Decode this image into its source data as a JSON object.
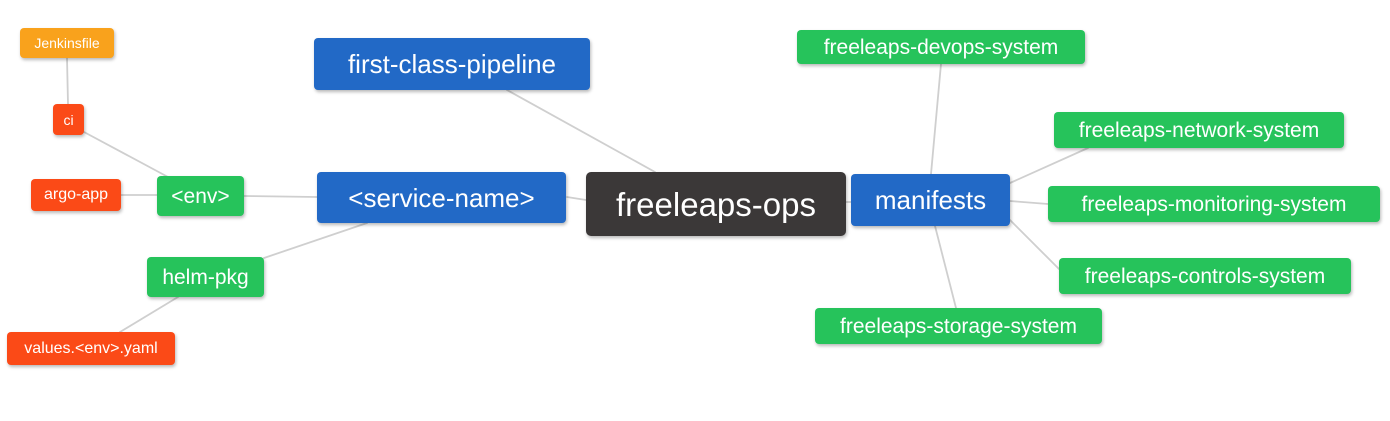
{
  "palette": {
    "blue": "#2269c6",
    "green": "#26c35b",
    "red": "#fb4a17",
    "orange": "#f9a21c",
    "dark": "#3b3838",
    "edge": "#cfcfcf",
    "background": "#ffffff",
    "text": "#ffffff"
  },
  "mindmap": {
    "root": "freeleaps-ops",
    "nodes": {
      "jenkinsfile": {
        "label": "Jenkinsfile",
        "color": "orange"
      },
      "ci": {
        "label": "ci",
        "color": "red"
      },
      "argo_app": {
        "label": "argo-app",
        "color": "red"
      },
      "env": {
        "label": "<env>",
        "color": "green"
      },
      "helm_pkg": {
        "label": "helm-pkg",
        "color": "green"
      },
      "values_env_yaml": {
        "label": "values.<env>.yaml",
        "color": "red"
      },
      "first_class_pipeline": {
        "label": "first-class-pipeline",
        "color": "blue"
      },
      "service_name": {
        "label": "<service-name>",
        "color": "blue"
      },
      "freeleaps_ops": {
        "label": "freeleaps-ops",
        "color": "dark"
      },
      "manifests": {
        "label": "manifests",
        "color": "blue"
      },
      "devops_system": {
        "label": "freeleaps-devops-system",
        "color": "green"
      },
      "network_system": {
        "label": "freeleaps-network-system",
        "color": "green"
      },
      "monitoring_system": {
        "label": "freeleaps-monitoring-system",
        "color": "green"
      },
      "controls_system": {
        "label": "freeleaps-controls-system",
        "color": "green"
      },
      "storage_system": {
        "label": "freeleaps-storage-system",
        "color": "green"
      }
    },
    "edges": [
      {
        "from": "ci",
        "to": "jenkinsfile"
      },
      {
        "from": "env",
        "to": "ci"
      },
      {
        "from": "env",
        "to": "argo_app"
      },
      {
        "from": "service_name",
        "to": "env"
      },
      {
        "from": "service_name",
        "to": "helm_pkg"
      },
      {
        "from": "helm_pkg",
        "to": "values_env_yaml"
      },
      {
        "from": "freeleaps_ops",
        "to": "first_class_pipeline"
      },
      {
        "from": "freeleaps_ops",
        "to": "service_name"
      },
      {
        "from": "freeleaps_ops",
        "to": "manifests"
      },
      {
        "from": "manifests",
        "to": "devops_system"
      },
      {
        "from": "manifests",
        "to": "network_system"
      },
      {
        "from": "manifests",
        "to": "monitoring_system"
      },
      {
        "from": "manifests",
        "to": "controls_system"
      },
      {
        "from": "manifests",
        "to": "storage_system"
      }
    ]
  }
}
